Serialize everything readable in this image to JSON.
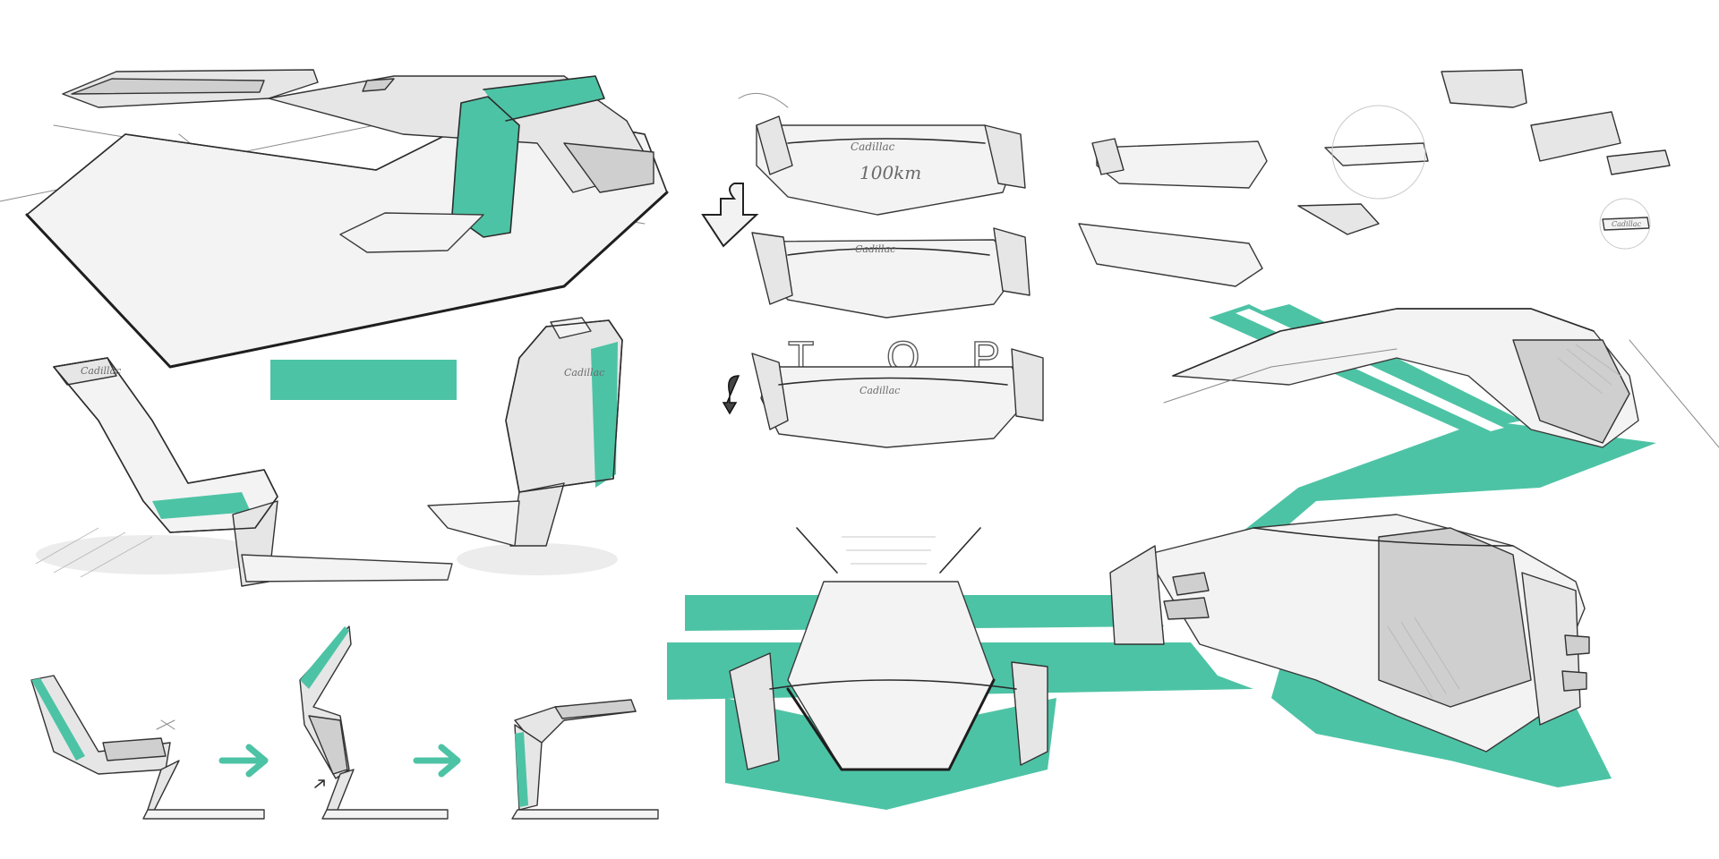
{
  "sheet": {
    "background_color": "#ffffff",
    "accent_color": "#4dc3a5",
    "line_color": "#2c2c2c"
  },
  "annotations": {
    "brand_script": "Cadillac",
    "distance_label": "100km",
    "top_letters": [
      "T",
      "O",
      "P"
    ]
  },
  "icons": {
    "rotate_arrow": "curved-arrow-down-icon",
    "flow_arrow": "arrow-right-icon"
  }
}
